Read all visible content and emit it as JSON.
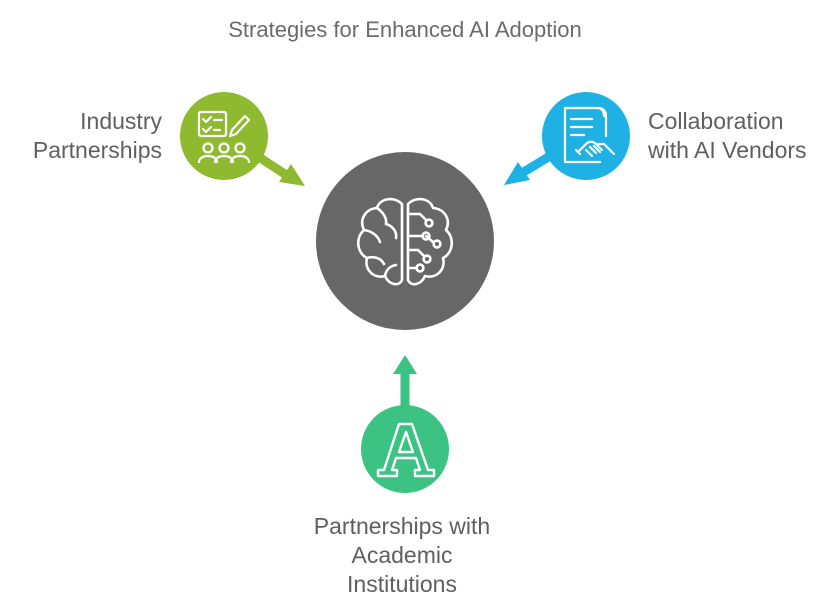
{
  "diagram": {
    "title": "Strategies for Enhanced AI Adoption",
    "center": {
      "icon": "brain-circuit-icon",
      "color": "#676767"
    },
    "nodes": [
      {
        "label": "Industry\nPartnerships",
        "icon": "checklist-team-icon",
        "color": "#8fba2f"
      },
      {
        "label": "Collaboration\nwith AI Vendors",
        "icon": "contract-handshake-icon",
        "color": "#1fb0e4"
      },
      {
        "label": "Partnerships with\nAcademic\nInstitutions",
        "icon": "letter-a-icon",
        "color": "#3cc384"
      }
    ]
  }
}
